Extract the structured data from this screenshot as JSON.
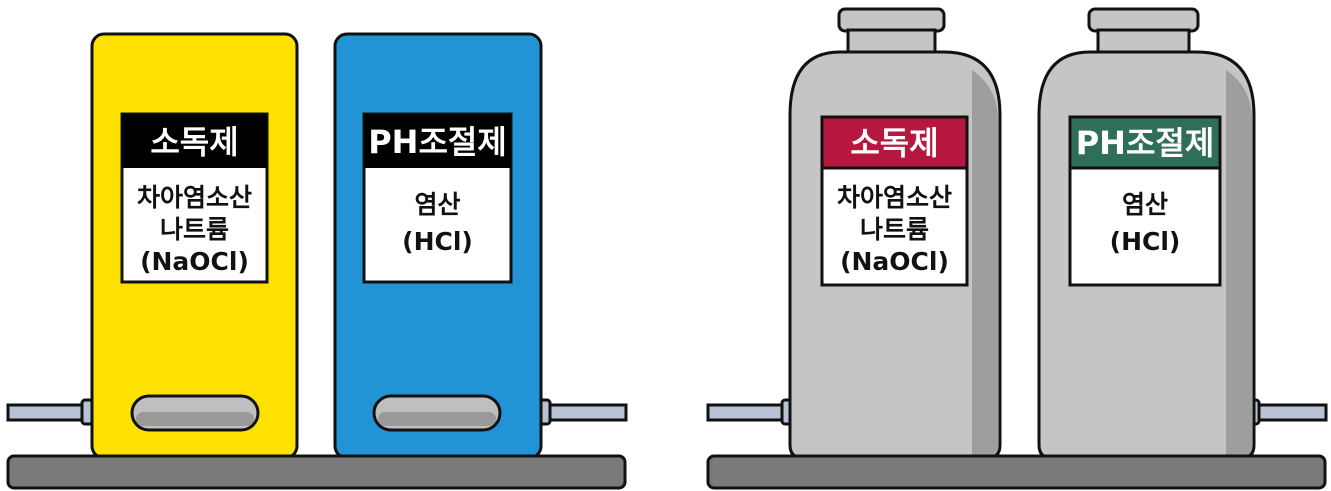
{
  "colors": {
    "yellow_tank": "#ffe100",
    "blue_tank": "#2294d6",
    "grey_tank": "#c5c5c5",
    "grey_tank_shadow": "#9e9e9e",
    "base": "#7a7a7a",
    "pipe": "#b8c2d4",
    "header_black": "#000000",
    "header_crimson": "#b5173f",
    "header_green": "#2f6f57"
  },
  "tanks": [
    {
      "title": "소독제",
      "lines": [
        "차아염소산",
        "나트륨",
        "(NaOCl)"
      ]
    },
    {
      "title": "PH조절제",
      "lines": [
        "염산",
        "(HCl)"
      ]
    },
    {
      "title": "소독제",
      "lines": [
        "차아염소산",
        "나트륨",
        "(NaOCl)"
      ]
    },
    {
      "title": "PH조절제",
      "lines": [
        "염산",
        "(HCl)"
      ]
    }
  ]
}
